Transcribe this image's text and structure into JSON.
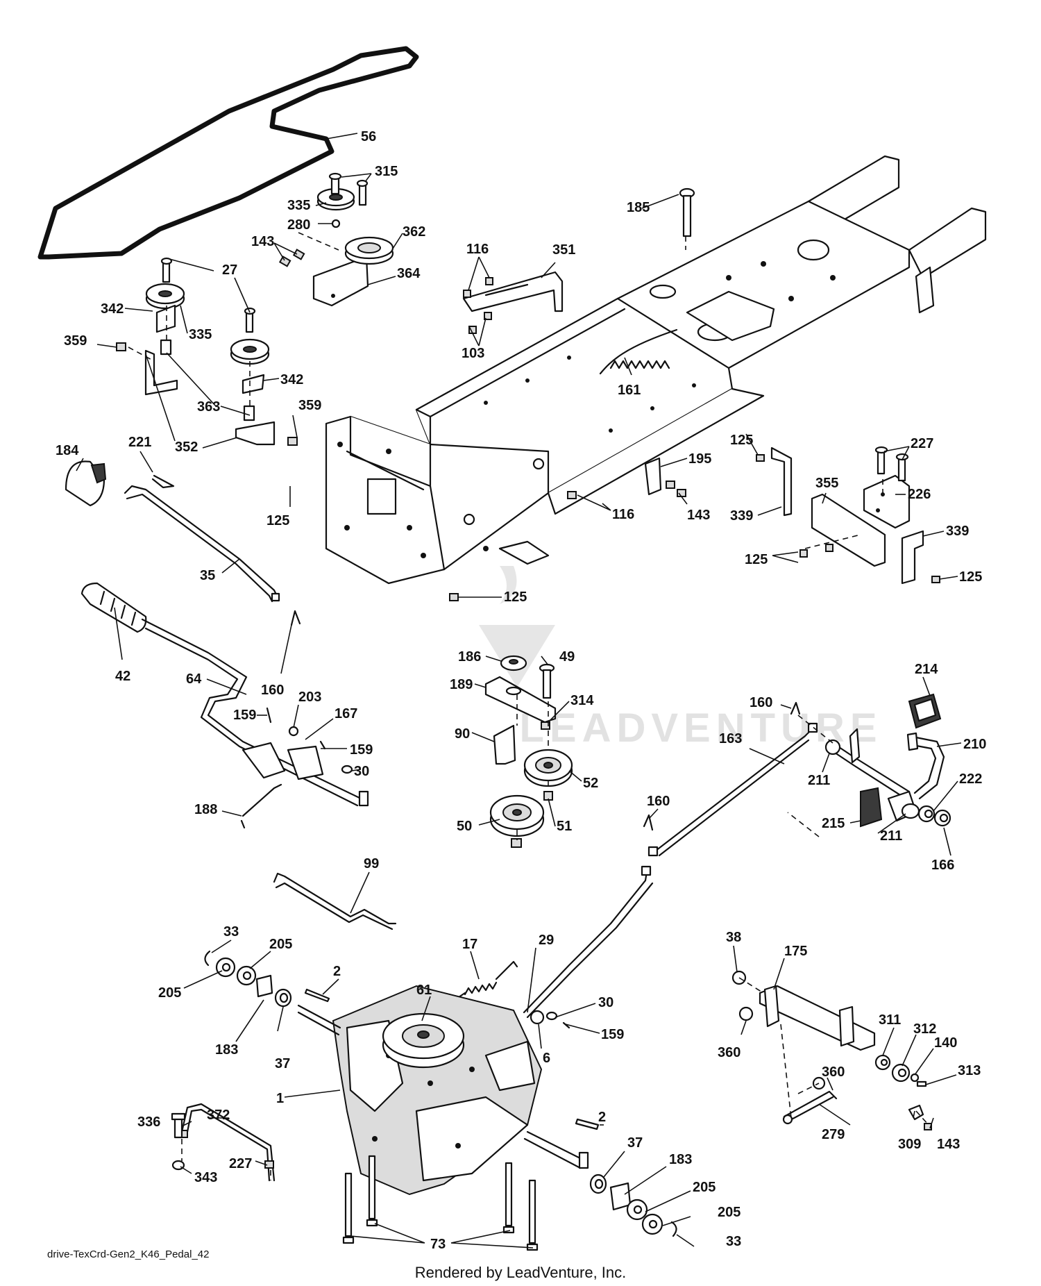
{
  "watermark": {
    "brand": "LEADVENTURE"
  },
  "callouts": [
    {
      "id": "c56",
      "label": "56"
    },
    {
      "id": "c315",
      "label": "315"
    },
    {
      "id": "c335a",
      "label": "335"
    },
    {
      "id": "c280",
      "label": "280"
    },
    {
      "id": "c362",
      "label": "362"
    },
    {
      "id": "c143a",
      "label": "143"
    },
    {
      "id": "c364",
      "label": "364"
    },
    {
      "id": "c27",
      "label": "27"
    },
    {
      "id": "c342a",
      "label": "342"
    },
    {
      "id": "c335b",
      "label": "335"
    },
    {
      "id": "c359a",
      "label": "359"
    },
    {
      "id": "c342b",
      "label": "342"
    },
    {
      "id": "c363",
      "label": "363"
    },
    {
      "id": "c359b",
      "label": "359"
    },
    {
      "id": "c352",
      "label": "352"
    },
    {
      "id": "c116a",
      "label": "116"
    },
    {
      "id": "c351",
      "label": "351"
    },
    {
      "id": "c103",
      "label": "103"
    },
    {
      "id": "c185",
      "label": "185"
    },
    {
      "id": "c161",
      "label": "161"
    },
    {
      "id": "c184",
      "label": "184"
    },
    {
      "id": "c221",
      "label": "221"
    },
    {
      "id": "c125a",
      "label": "125"
    },
    {
      "id": "c35",
      "label": "35"
    },
    {
      "id": "c195",
      "label": "195"
    },
    {
      "id": "c116b",
      "label": "116"
    },
    {
      "id": "c143b",
      "label": "143"
    },
    {
      "id": "c125b",
      "label": "125"
    },
    {
      "id": "c227a",
      "label": "227"
    },
    {
      "id": "c339a",
      "label": "339"
    },
    {
      "id": "c355",
      "label": "355"
    },
    {
      "id": "c226",
      "label": "226"
    },
    {
      "id": "c339b",
      "label": "339"
    },
    {
      "id": "c125c",
      "label": "125"
    },
    {
      "id": "c125d",
      "label": "125"
    },
    {
      "id": "c125e",
      "label": "125"
    },
    {
      "id": "c42",
      "label": "42"
    },
    {
      "id": "c64",
      "label": "64"
    },
    {
      "id": "c160a",
      "label": "160"
    },
    {
      "id": "c203",
      "label": "203"
    },
    {
      "id": "c167",
      "label": "167"
    },
    {
      "id": "c159a",
      "label": "159"
    },
    {
      "id": "c159b",
      "label": "159"
    },
    {
      "id": "c30a",
      "label": "30"
    },
    {
      "id": "c188",
      "label": "188"
    },
    {
      "id": "c186",
      "label": "186"
    },
    {
      "id": "c49",
      "label": "49"
    },
    {
      "id": "c189",
      "label": "189"
    },
    {
      "id": "c314",
      "label": "314"
    },
    {
      "id": "c90",
      "label": "90"
    },
    {
      "id": "c52",
      "label": "52"
    },
    {
      "id": "c50",
      "label": "50"
    },
    {
      "id": "c51",
      "label": "51"
    },
    {
      "id": "c214",
      "label": "214"
    },
    {
      "id": "c160b",
      "label": "160"
    },
    {
      "id": "c210",
      "label": "210"
    },
    {
      "id": "c163",
      "label": "163"
    },
    {
      "id": "c211a",
      "label": "211"
    },
    {
      "id": "c222",
      "label": "222"
    },
    {
      "id": "c215",
      "label": "215"
    },
    {
      "id": "c211b",
      "label": "211"
    },
    {
      "id": "c166",
      "label": "166"
    },
    {
      "id": "c160c",
      "label": "160"
    },
    {
      "id": "c99",
      "label": "99"
    },
    {
      "id": "c33a",
      "label": "33"
    },
    {
      "id": "c205a",
      "label": "205"
    },
    {
      "id": "c205b",
      "label": "205"
    },
    {
      "id": "c2a",
      "label": "2"
    },
    {
      "id": "c17",
      "label": "17"
    },
    {
      "id": "c29",
      "label": "29"
    },
    {
      "id": "c61",
      "label": "61"
    },
    {
      "id": "c30b",
      "label": "30"
    },
    {
      "id": "c159c",
      "label": "159"
    },
    {
      "id": "c6",
      "label": "6"
    },
    {
      "id": "c183a",
      "label": "183"
    },
    {
      "id": "c37a",
      "label": "37"
    },
    {
      "id": "c1",
      "label": "1"
    },
    {
      "id": "c38",
      "label": "38"
    },
    {
      "id": "c175",
      "label": "175"
    },
    {
      "id": "c360a",
      "label": "360"
    },
    {
      "id": "c311",
      "label": "311"
    },
    {
      "id": "c312",
      "label": "312"
    },
    {
      "id": "c140",
      "label": "140"
    },
    {
      "id": "c313",
      "label": "313"
    },
    {
      "id": "c360b",
      "label": "360"
    },
    {
      "id": "c279",
      "label": "279"
    },
    {
      "id": "c309",
      "label": "309"
    },
    {
      "id": "c143c",
      "label": "143"
    },
    {
      "id": "c336",
      "label": "336"
    },
    {
      "id": "c372",
      "label": "372"
    },
    {
      "id": "c227b",
      "label": "227"
    },
    {
      "id": "c343",
      "label": "343"
    },
    {
      "id": "c2b",
      "label": "2"
    },
    {
      "id": "c37b",
      "label": "37"
    },
    {
      "id": "c183b",
      "label": "183"
    },
    {
      "id": "c205c",
      "label": "205"
    },
    {
      "id": "c205d",
      "label": "205"
    },
    {
      "id": "c33b",
      "label": "33"
    },
    {
      "id": "c73",
      "label": "73"
    }
  ],
  "footer": {
    "diagram_id": "drive-TexCrd-Gen2_K46_Pedal_42",
    "credit": "Rendered by LeadVenture, Inc."
  }
}
